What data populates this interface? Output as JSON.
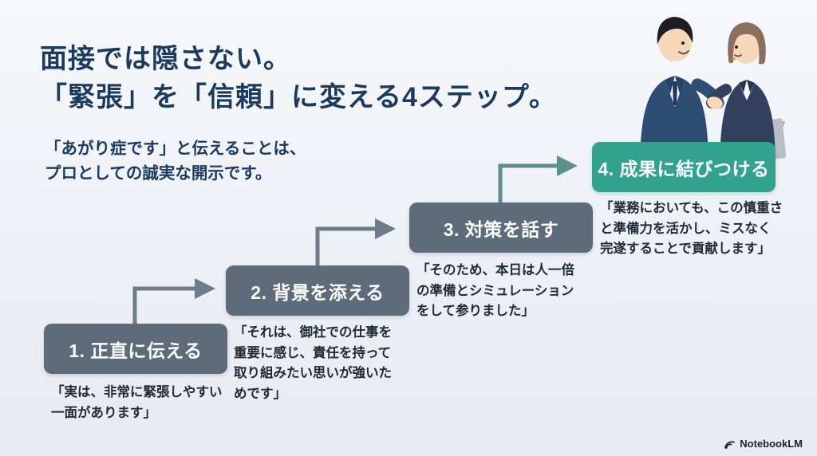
{
  "title": {
    "line1": "面接では隠さない。",
    "line2": "「緊張」を「信頼」に変える4ステップ。"
  },
  "subtitle": {
    "line1": "「あがり症です」と伝えることは、",
    "line2": "プロとしての誠実な開示です。"
  },
  "steps": [
    {
      "label": "1. 正直に伝える",
      "quote": "「実は、非常に緊張しやすい\n一面があります」",
      "box_color": "#5d6b7b"
    },
    {
      "label": "2. 背景を添える",
      "quote": "「それは、御社での仕事を\n重要に感じ、責任を持って\n取り組みたい思いが強いた\nめです」",
      "box_color": "#5d6b7b"
    },
    {
      "label": "3. 対策を話す",
      "quote": "「そのため、本日は人一倍\nの準備とシミュレーション\nをして参りました」",
      "box_color": "#5d6b7b"
    },
    {
      "label": "4. 成果に結びつける",
      "quote": "「業務においても、この慎重さ\nと準備力を活かし、ミスなく\n完遂することで貢献します」",
      "box_color": "#33a38f"
    }
  ],
  "illustration": {
    "description": "two businesspeople shaking hands"
  },
  "footer": {
    "brand": "NotebookLM"
  },
  "colors": {
    "background_top": "#f6f8fb",
    "background_bottom": "#e7ebf1",
    "title_text": "#1c3a5e",
    "step_box_gray": "#5d6b7b",
    "step_box_teal": "#33a38f",
    "box_label_text": "#fdfdfd",
    "quote_text": "#212b36",
    "arrow_gray": "#6e7b8b",
    "arrow_teal": "#5e8f8d"
  }
}
